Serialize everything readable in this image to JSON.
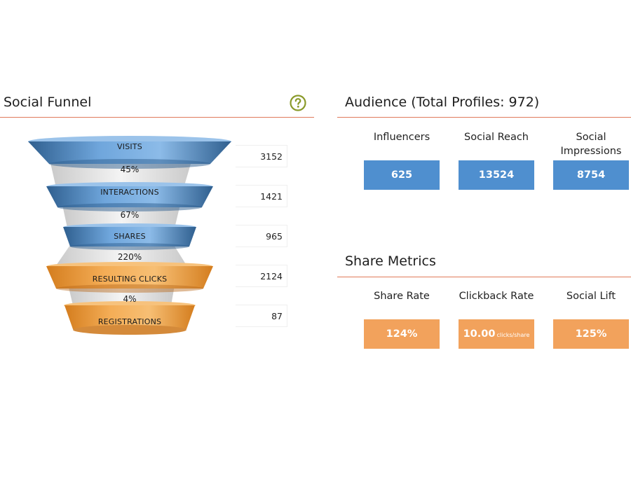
{
  "funnel_panel": {
    "title": "Social Funnel",
    "help_icon": "question-circle-icon",
    "stages": [
      {
        "label": "VISITS",
        "count": "3152",
        "color": "#6fa6dc"
      },
      {
        "label": "INTERACTIONS",
        "count": "1421",
        "color": "#6fa6dc"
      },
      {
        "label": "SHARES",
        "count": "965",
        "color": "#6fa6dc"
      },
      {
        "label": "RESULTING CLICKS",
        "count": "2124",
        "color": "#f2a64e"
      },
      {
        "label": "REGISTRATIONS",
        "count": "87",
        "color": "#f2a64e"
      }
    ],
    "conversions": [
      "45%",
      "67%",
      "220%",
      "4%"
    ]
  },
  "audience_panel": {
    "title": "Audience (Total Profiles: 972)",
    "metrics": [
      {
        "label": "Influencers",
        "value": "625"
      },
      {
        "label": "Social Reach",
        "value": "13524"
      },
      {
        "label": "Social Impressions",
        "value": "8754"
      }
    ],
    "tile_color": "#4f8fcf"
  },
  "share_panel": {
    "title": "Share Metrics",
    "metrics": [
      {
        "label": "Share Rate",
        "value": "124%",
        "unit": ""
      },
      {
        "label": "Clickback Rate",
        "value": "10.00",
        "unit": "clicks/share"
      },
      {
        "label": "Social Lift",
        "value": "125%",
        "unit": ""
      }
    ],
    "tile_color": "#f2a25c"
  },
  "accent_rule_color": "#e07a5a"
}
